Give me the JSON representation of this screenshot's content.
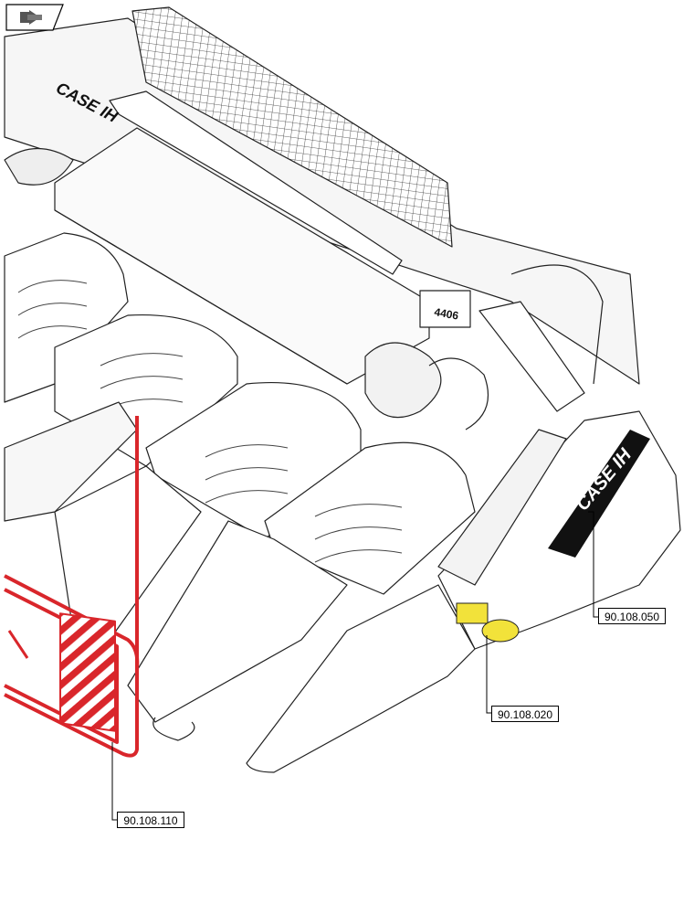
{
  "diagram": {
    "callouts": [
      {
        "id": "c1",
        "label": "90.108.050"
      },
      {
        "id": "c2",
        "label": "90.108.020"
      },
      {
        "id": "c3",
        "label": "90.108.110"
      }
    ],
    "decals": {
      "brand_top": "CASE IH",
      "brand_side": "CASE IH",
      "model": "4406"
    },
    "colors": {
      "highlight": "#d9262b",
      "warning_yellow": "#f2e23a",
      "line": "#222222"
    },
    "icons": {
      "nav": "previous-page-icon"
    }
  }
}
